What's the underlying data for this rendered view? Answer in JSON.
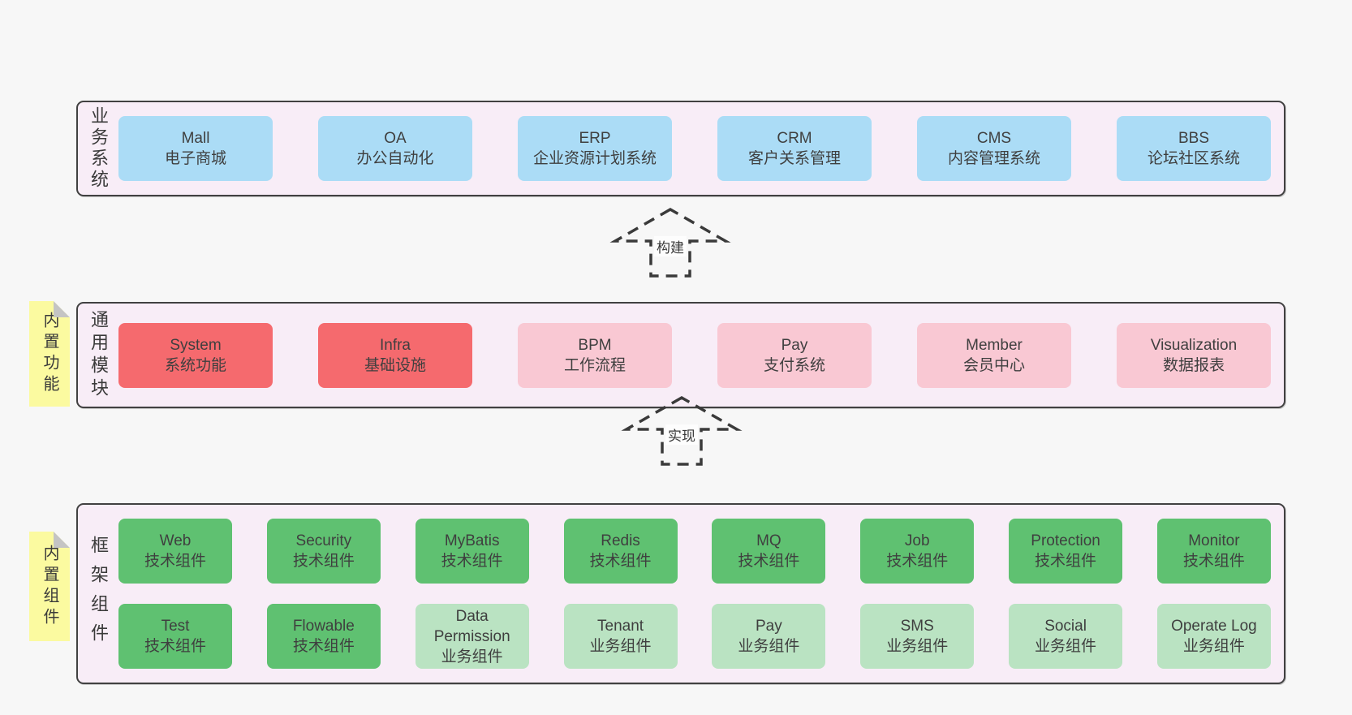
{
  "sections": [
    {
      "label": "业务系统",
      "boxes": [
        {
          "name": "Mall",
          "desc": "电子商城"
        },
        {
          "name": "OA",
          "desc": "办公自动化"
        },
        {
          "name": "ERP",
          "desc": "企业资源计划系统"
        },
        {
          "name": "CRM",
          "desc": "客户关系管理"
        },
        {
          "name": "CMS",
          "desc": "内容管理系统"
        },
        {
          "name": "BBS",
          "desc": "论坛社区系统"
        }
      ]
    },
    {
      "label": "通用模块",
      "boxes": [
        {
          "name": "System",
          "desc": "系统功能"
        },
        {
          "name": "Infra",
          "desc": "基础设施"
        },
        {
          "name": "BPM",
          "desc": "工作流程"
        },
        {
          "name": "Pay",
          "desc": "支付系统"
        },
        {
          "name": "Member",
          "desc": "会员中心"
        },
        {
          "name": "Visualization",
          "desc": "数据报表"
        }
      ]
    },
    {
      "label": "框架组件",
      "rows": [
        [
          {
            "name": "Web",
            "desc": "技术组件"
          },
          {
            "name": "Security",
            "desc": "技术组件"
          },
          {
            "name": "MyBatis",
            "desc": "技术组件"
          },
          {
            "name": "Redis",
            "desc": "技术组件"
          },
          {
            "name": "MQ",
            "desc": "技术组件"
          },
          {
            "name": "Job",
            "desc": "技术组件"
          },
          {
            "name": "Protection",
            "desc": "技术组件"
          },
          {
            "name": "Monitor",
            "desc": "技术组件"
          }
        ],
        [
          {
            "name": "Test",
            "desc": "技术组件"
          },
          {
            "name": "Flowable",
            "desc": "技术组件"
          },
          {
            "name": "Data Permission",
            "desc": "业务组件"
          },
          {
            "name": "Tenant",
            "desc": "业务组件"
          },
          {
            "name": "Pay",
            "desc": "业务组件"
          },
          {
            "name": "SMS",
            "desc": "业务组件"
          },
          {
            "name": "Social",
            "desc": "业务组件"
          },
          {
            "name": "Operate Log",
            "desc": "业务组件"
          }
        ]
      ]
    }
  ],
  "stickies": [
    {
      "text": "内置功能"
    },
    {
      "text": "内置组件"
    }
  ],
  "arrows": [
    {
      "label": "构建"
    },
    {
      "label": "实现"
    }
  ],
  "colors": {
    "background": "#f7f7f7",
    "panel_fill": "#f8edf7",
    "panel_border": "#414141",
    "business_box": "#abdcf6",
    "core_module_box": "#f56a6e",
    "optional_module_box": "#f9c8d3",
    "tech_component_box": "#5fc171",
    "biz_component_box": "#bae3c2",
    "sticky_note": "#fbfaa0",
    "sticky_fold": "#c4c4c4",
    "text": "#3f3f3f"
  }
}
